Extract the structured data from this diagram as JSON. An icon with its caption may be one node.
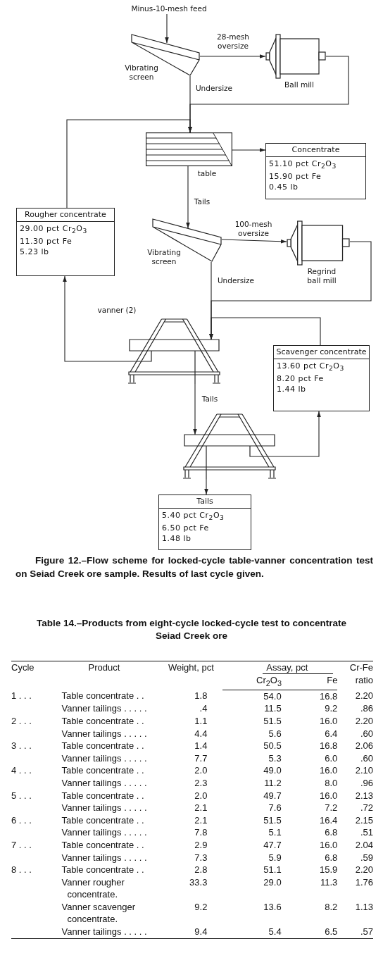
{
  "diagram": {
    "caption": "Figure 12.–Flow scheme for locked-cycle table-vanner concentration test on Seiad Creek ore sample. Results of last cycle given.",
    "nodes": [
      {
        "text": [
          "Minus-10-mesh feed"
        ]
      },
      {
        "text": [
          "Vibrating screen"
        ]
      },
      {
        "text": [
          "Ball mill"
        ]
      },
      {
        "text": [
          "table"
        ]
      },
      {
        "text": [
          "Concentrate",
          "51.10 pct Cr$_{2}$O$_{3}$",
          "15.90 pct Fe",
          "0.45 lb"
        ]
      },
      {
        "text": [
          "Rougher concentrate",
          "29.00 pct Cr$_{2}$O$_{3}$",
          "11.30 pct Fe",
          "5.23 lb"
        ]
      },
      {
        "text": [
          "Vibrating screen"
        ]
      },
      {
        "text": [
          "Regrind ball mill"
        ]
      },
      {
        "text": [
          "vanner (2)"
        ]
      },
      {
        "text": [
          "Scavenger concentrate",
          "13.60 pct Cr$_{2}$O$_{3}$",
          "8.20 pct Fe",
          "1.44 lb"
        ]
      },
      {
        "text": [],
        "shape": "picture"
      },
      {
        "text": [
          "Tails",
          "5.40 pct Cr$_{2}$O$_{3}$",
          "6.50 pct Fe",
          "1.48 lb"
        ]
      }
    ],
    "edges": [
      {
        "from": 0,
        "to": 1,
        "arrow": "to"
      },
      {
        "from": 1,
        "to": 2,
        "arrow": "to",
        "label": "28-mesh oversize"
      },
      {
        "from": 1,
        "to": 3,
        "arrow": "to",
        "label": "Undersize"
      },
      {
        "from": 2,
        "to": 3,
        "arrow": "to"
      },
      {
        "from": 5,
        "to": 3,
        "arrow": "to"
      },
      {
        "from": 3,
        "to": 4,
        "arrow": "to"
      },
      {
        "from": 3,
        "to": 6,
        "arrow": "to",
        "label": "Tails"
      },
      {
        "from": 6,
        "to": 7,
        "arrow": "to",
        "label": "100-mesh oversize"
      },
      {
        "from": 6,
        "to": 8,
        "arrow": "to",
        "label": "Undersize"
      },
      {
        "from": 7,
        "to": 8,
        "arrow": "to"
      },
      {
        "from": 9,
        "to": 8,
        "arrow": "to"
      },
      {
        "from": 8,
        "to": 5,
        "arrow": "to"
      },
      {
        "from": 8,
        "to": 10,
        "arrow": "to",
        "label": "Tails"
      },
      {
        "from": 10,
        "to": 9,
        "arrow": "to"
      },
      {
        "from": 10,
        "to": 11,
        "arrow": "to"
      }
    ],
    "labels": [
      "Table 14.–Products from eight-cycle locked-cycle test to concentrate Seiad Creek ore",
      "Cycle",
      "Product",
      "Weight, pct",
      "Assay, pct",
      "Cr-Fe ratio",
      "Cr$_{2}$O$_{3}$",
      "Fe",
      "1 . . .",
      "Table concentrate . .",
      "1.8",
      "54.0",
      "16.8",
      "2.20",
      "Vanner tailings . . . . .",
      ".4",
      "11.5",
      "9.2",
      ".86",
      "2 . . .",
      "Table concentrate . .",
      "1.1",
      "51.5",
      "16.0",
      "2.20",
      "Vanner tailings . . . . .",
      "4.4",
      "5.6",
      "6.4",
      ".60",
      "3 . . .",
      "Table concentrate . .",
      "1.4",
      "50.5",
      "16.8",
      "2.06",
      "Vanner tailings . . . . .",
      "7.7",
      "5.3",
      "6.0",
      ".60",
      "4 . . .",
      "Table concentrate . .",
      "2.0",
      "49.0",
      "16.0",
      "2.10",
      "Vanner tailings . . . . .",
      "2.3",
      "11.2",
      "8.0",
      ".96",
      "5 . . .",
      "Table concentrate . .",
      "2.0",
      "49.7",
      "16.0",
      "2.13",
      "Vanner tailings . . . . .",
      "2.1",
      "7.6",
      "7.2",
      ".72",
      "6 . . .",
      "Table concentrate . .",
      "2.1",
      "51.5",
      "16.4",
      "2.15",
      "Vanner tailings . . . . .",
      "7.8",
      "5.1",
      "6.8",
      ".51",
      "7 . . .",
      "Table concentrate . .",
      "2.9",
      "47.7",
      "16.0",
      "2.04",
      "Vanner tailings . . . . .",
      "7.3",
      "5.9",
      "6.8",
      ".59",
      "8 . . .",
      "Table concentrate . .",
      "2.8",
      "51.1",
      "15.9",
      "2.20",
      "Vanner rougher concentrate.",
      "33.3",
      "29.0",
      "11.3",
      "1.76",
      "Vanner scavenger concentrate.",
      "9.2",
      "13.6",
      "8.2",
      "1.13",
      "Vanner tailings . . . . .",
      "9.4",
      "5.4",
      "6.5",
      ".57"
    ]
  }
}
